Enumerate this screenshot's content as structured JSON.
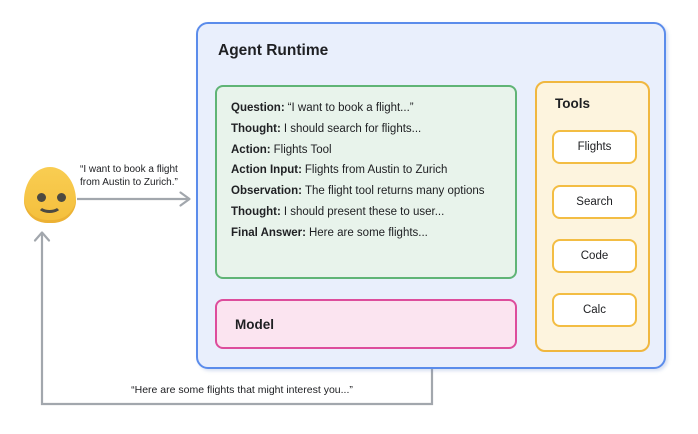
{
  "user": {
    "request_line1": "“I want to book a flight",
    "request_line2": "from Austin to Zurich.”",
    "response_text": "“Here are some flights that might interest you...”"
  },
  "agent_runtime": {
    "title": "Agent Runtime",
    "scratchpad": {
      "lines": [
        {
          "label": "Question:",
          "text": "“I want to book a flight...”"
        },
        {
          "label": "Thought:",
          "text": "I should search for flights..."
        },
        {
          "label": "Action:",
          "text": "Flights Tool"
        },
        {
          "label": "Action Input:",
          "text": "Flights from Austin to Zurich"
        },
        {
          "label": "Observation:",
          "text": "The flight tool returns many options"
        },
        {
          "label": "Thought:",
          "text": "I should present these to user..."
        },
        {
          "label": "Final Answer:",
          "text": "Here are some flights..."
        }
      ]
    },
    "model": {
      "label": "Model"
    },
    "tools": {
      "title": "Tools",
      "buttons": [
        "Flights",
        "Search",
        "Code",
        "Calc"
      ]
    }
  },
  "colors": {
    "runtime_fill": "#E9EFFC",
    "runtime_border": "#5B8CEB",
    "scratchpad_fill": "#E8F3EB",
    "scratchpad_border": "#60B476",
    "model_fill": "#FBE4F0",
    "model_border": "#DD4D9C",
    "tools_fill": "#FDF4DE",
    "tools_border": "#F0B73F",
    "arrow_gray": "#A2A7AD",
    "emoji_yellow": "#F7C748",
    "text": "#202124"
  }
}
